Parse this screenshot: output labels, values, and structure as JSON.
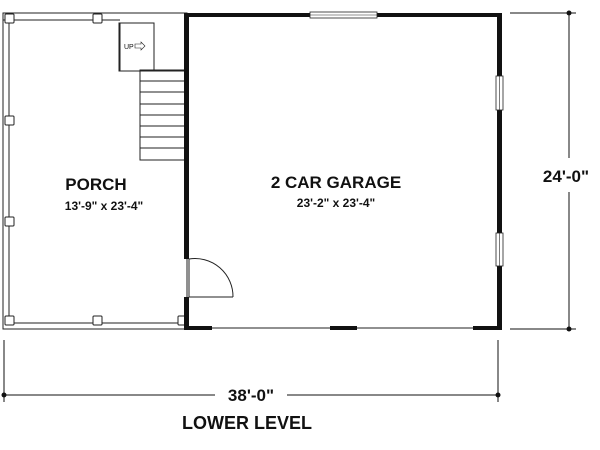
{
  "rooms": {
    "porch": {
      "name": "PORCH",
      "size": "13'-9\" x 23'-4\""
    },
    "garage": {
      "name": "2 CAR GARAGE",
      "size": "23'-2\" x 23'-4\""
    }
  },
  "stair": {
    "label": "UP"
  },
  "dimensions": {
    "overall_width": "38'-0\"",
    "overall_depth": "24'-0\""
  },
  "plan_title": "LOWER LEVEL"
}
